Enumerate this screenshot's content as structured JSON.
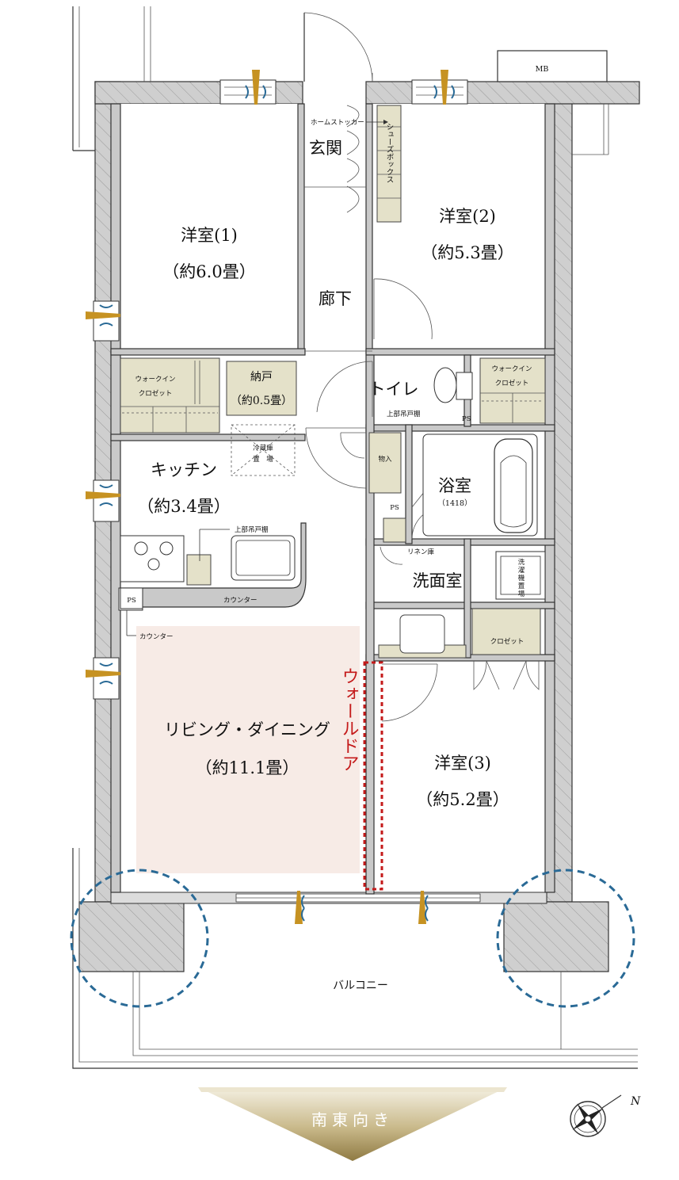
{
  "rooms": {
    "western1_name": "洋室(1)",
    "western1_size": "（約6.0畳）",
    "western2_name": "洋室(2)",
    "western2_size": "（約5.3畳）",
    "western3_name": "洋室(3)",
    "western3_size": "（約5.2畳）",
    "entrance": "玄関",
    "corridor": "廊下",
    "kitchen_name": "キッチン",
    "kitchen_size": "（約3.4畳）",
    "living_name": "リビング・ダイニング",
    "living_size": "（約11.1畳）",
    "bath_name": "浴室",
    "bath_size": "（1418）",
    "washroom": "洗面室",
    "toilet": "トイレ",
    "balcony": "バルコニー"
  },
  "storage": {
    "home_stocker": "ホームストッカー",
    "shoe_box": "シューズボックス",
    "walkin_closet_1a": "ウォークイン",
    "walkin_closet_1b": "クロゼット",
    "walkin_closet_2a": "ウォークイン",
    "walkin_closet_2b": "クロゼット",
    "nando_name": "納戸",
    "nando_size": "（約0.5畳）",
    "fridge_a": "冷蔵庫",
    "fridge_b": "置　場",
    "monoire": "物入",
    "linen": "リネン庫",
    "washer_a": "洗",
    "washer_b": "濯",
    "washer_c": "機",
    "washer_d": "置",
    "washer_e": "場",
    "closet": "クロゼット",
    "upper_cabinet_kitchen": "上部吊戸棚",
    "upper_cabinet_toilet": "上部吊戸棚",
    "counter_kitchen": "カウンター",
    "counter_living": "カウンター"
  },
  "misc": {
    "mb": "MB",
    "ps_kitchen": "PS",
    "ps_toilet": "PS",
    "ps_bath": "PS",
    "wall_door": "ウォールドア",
    "orientation": "南東向き",
    "compass_n": "N"
  },
  "colors": {
    "living_fill": "#f7ebe6",
    "storage_fill": "#e4e1c9",
    "wall_door_red": "#c41a1a",
    "balcony_circle": "#2a6a96",
    "arrow_gold": "#a08c58",
    "window_mark": "#c69222"
  }
}
